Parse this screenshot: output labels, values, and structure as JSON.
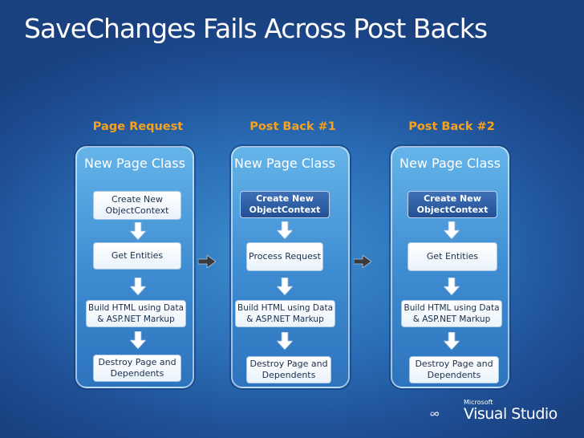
{
  "title": "SaveChanges Fails Across Post Backs",
  "columns": [
    {
      "header": "Page Request",
      "title": "New Page Class",
      "context": "Create  New ObjectContext",
      "step": "Get Entities",
      "build": "Build HTML using Data & ASP.NET Markup",
      "destroy": "Destroy Page and Dependents"
    },
    {
      "header": "Post Back #1",
      "title": "New Page Class",
      "context": "Create New ObjectContext",
      "step": "Process Request",
      "build": "Build HTML using Data & ASP.NET Markup",
      "destroy": "Destroy Page and Dependents"
    },
    {
      "header": "Post Back #2",
      "title": "New Page Class",
      "context": "Create  New ObjectContext",
      "step": "Get Entities",
      "build": "Build HTML using Data & ASP.NET Markup",
      "destroy": "Destroy Page and Dependents"
    }
  ],
  "logo": {
    "vendor": "Microsoft",
    "product": "Visual Studio",
    "icon": "visual-studio-infinity-icon"
  },
  "colors": {
    "header": "#f7a21a",
    "background": "#2a6db6",
    "highlight_box": "#244f93"
  }
}
